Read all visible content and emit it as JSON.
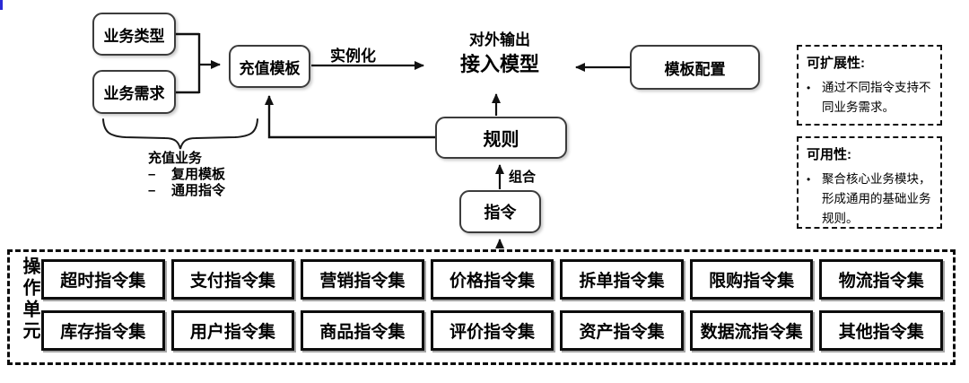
{
  "flowchart": {
    "business_type": "业务类型",
    "business_demand": "业务需求",
    "recharge_template": "充值模板",
    "instantiate_label": "实例化",
    "output_caption": "对外输出",
    "access_model": "接入模型",
    "template_config": "模板配置",
    "rule": "规则",
    "combine_label": "组合",
    "instruction": "指令",
    "brace_note": {
      "title": "充值业务",
      "dash": "–",
      "items": [
        "复用模板",
        "通用指令"
      ]
    }
  },
  "side_notes": [
    {
      "title": "可扩展性:",
      "bullet": "•",
      "text": "通过不同指令支持不同业务需求。"
    },
    {
      "title": "可用性:",
      "bullet": "•",
      "text": "聚合核心业务模块，形成通用的基础业务规则。"
    }
  ],
  "operation_unit": {
    "label": "操作单元",
    "rows": [
      [
        "超时指令集",
        "支付指令集",
        "营销指令集",
        "价格指令集",
        "拆单指令集",
        "限购指令集",
        "物流指令集"
      ],
      [
        "库存指令集",
        "用户指令集",
        "商品指令集",
        "评价指令集",
        "资产指令集",
        "数据流指令集",
        "其他指令集"
      ]
    ]
  },
  "colors": {
    "line": "#1a1a1a",
    "box_border": "#3c3c3c",
    "artifact_blue": "#2b2bd6"
  }
}
